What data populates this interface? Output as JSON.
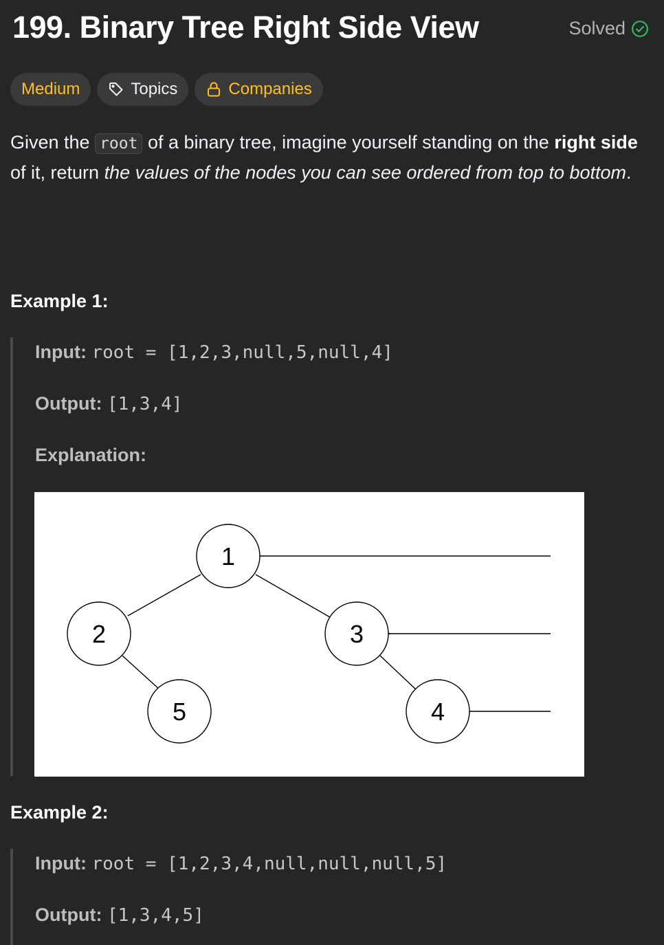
{
  "problem": {
    "title": "199. Binary Tree Right Side View",
    "status": "Solved",
    "status_color": "#2cbb5d"
  },
  "tags": {
    "difficulty": "Medium",
    "topics": "Topics",
    "companies": "Companies"
  },
  "description": {
    "part1": "Given the ",
    "code": "root",
    "part2": " of a binary tree, imagine yourself standing on the ",
    "bold": "right side",
    "part3": " of it, return ",
    "italic": "the values of the nodes you can see ordered from top to bottom",
    "part4": "."
  },
  "examples": [
    {
      "title": "Example 1:",
      "input_label": "Input:",
      "input_value": "root = [1,2,3,null,5,null,4]",
      "output_label": "Output:",
      "output_value": "[1,3,4]",
      "explanation_label": "Explanation:",
      "tree_nodes": [
        "1",
        "2",
        "3",
        "5",
        "4"
      ]
    },
    {
      "title": "Example 2:",
      "input_label": "Input:",
      "input_value": "root = [1,2,3,4,null,null,null,5]",
      "output_label": "Output:",
      "output_value": "[1,3,4,5]"
    }
  ]
}
